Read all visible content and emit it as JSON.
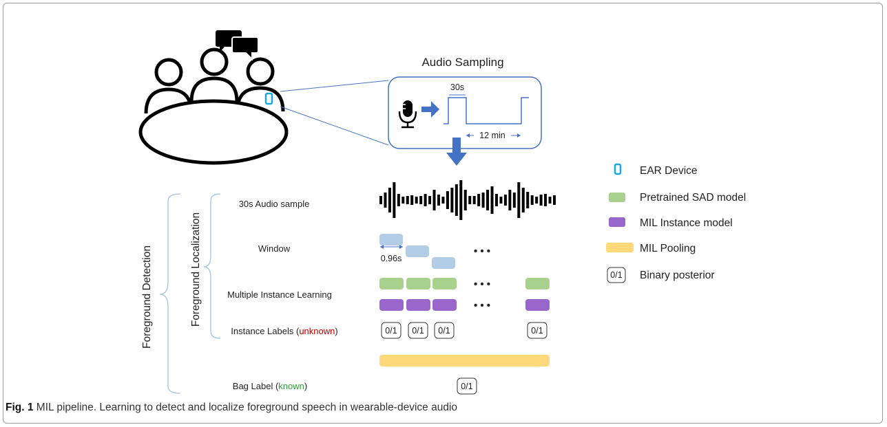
{
  "title": "Audio Sampling",
  "sampling": {
    "duration_label": "30s",
    "interval_label": "12 min"
  },
  "rows": {
    "audio_sample": "30s Audio sample",
    "window": "Window",
    "window_length": "0.96s",
    "mil": "Multiple Instance Learning",
    "instance_labels_prefix": "Instance Labels (",
    "instance_labels_status": "unknown",
    "instance_labels_suffix": ")",
    "bag_label_prefix": "Bag Label (",
    "bag_label_status": "known",
    "bag_label_suffix": ")"
  },
  "brackets": {
    "outer": "Foreground Detection",
    "inner": "Foreground Localization"
  },
  "posterior_label": "0/1",
  "ellipsis": "• • •",
  "legend": [
    {
      "label": "EAR Device",
      "icon": "phone-icon"
    },
    {
      "label": "Pretrained SAD model",
      "color": "#a9d18e"
    },
    {
      "label": "MIL Instance model",
      "color": "#9966cc"
    },
    {
      "label": "MIL Pooling",
      "color": "#ffd97a"
    },
    {
      "label": "Binary posterior",
      "icon": "posterior-box"
    }
  ],
  "colors": {
    "window": "#b4cde6",
    "sad": "#a9d18e",
    "instance": "#9966cc",
    "pooling": "#ffd97a",
    "device": "#1aa7e0",
    "arrow": "#4472c4",
    "unknown": "#c00000",
    "known": "#2e9a3a"
  },
  "caption": {
    "fig": "Fig. 1",
    "text": " MIL pipeline. Learning to detect and localize foreground speech in wearable-device audio"
  }
}
